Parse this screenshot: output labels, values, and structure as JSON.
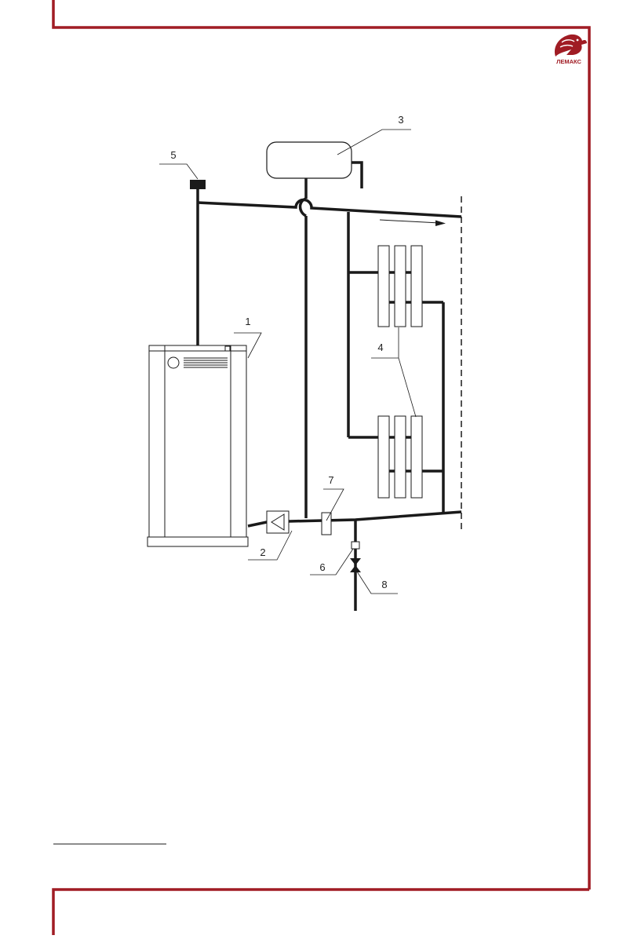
{
  "brand": {
    "name": "ЛЕМАКС",
    "accent_color": "#a01c24",
    "logo_icon": "dragon-icon"
  },
  "diagram": {
    "callouts": [
      "1",
      "2",
      "3",
      "4",
      "5",
      "6",
      "7",
      "8"
    ]
  }
}
